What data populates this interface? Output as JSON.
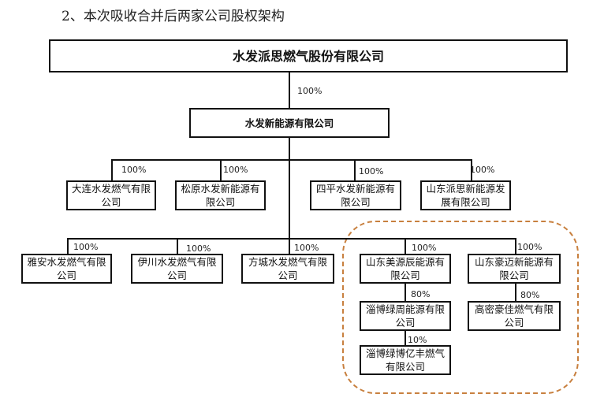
{
  "title": "2、本次吸收合并后两家公司股权架构",
  "highlight_color": "#c8803f",
  "nodes": {
    "root": "水发派思燃气股份有限公司",
    "mid": "水发新能源有限公司",
    "dalian": "大连水发燃气有限公司",
    "songyuan": "松原水发新能源有限公司",
    "siping": "四平水发新能源有限公司",
    "shandong_paisi": "山东派思新能源发展有限公司",
    "yaan": "雅安水发燃气有限公司",
    "yichuan": "伊川水发燃气有限公司",
    "fangcheng": "方城水发燃气有限公司",
    "meiyuan": "山东美源辰能源有限公司",
    "haomai": "山东豪迈新能源有限公司",
    "lvzhou": "淄博绿周能源有限公司",
    "gaomi": "高密豪佳燃气有限公司",
    "lvbo": "淄博绿博亿丰燃气有限公司"
  },
  "edges": {
    "root_mid": "100%",
    "dalian": "100%",
    "songyuan": "100%",
    "siping": "100%",
    "shandong_paisi": "100%",
    "yaan": "100%",
    "yichuan": "100%",
    "fangcheng": "100%",
    "meiyuan": "100%",
    "haomai": "100%",
    "lvzhou": "80%",
    "gaomi": "80%",
    "lvbo": "10%"
  }
}
